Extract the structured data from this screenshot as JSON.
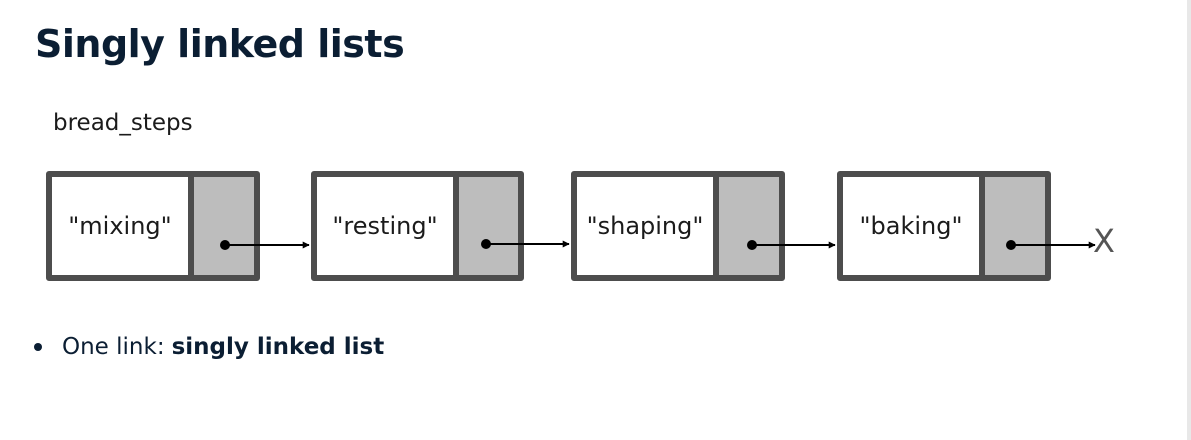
{
  "title": "Singly linked lists",
  "variable_name": "bread_steps",
  "nodes": [
    {
      "label": "\"mixing\""
    },
    {
      "label": "\"resting\""
    },
    {
      "label": "\"shaping\""
    },
    {
      "label": "\"baking\""
    }
  ],
  "null_marker": "X",
  "bullet": {
    "prefix": "One link:",
    "emphasis": "singly linked list"
  },
  "colors": {
    "title": "#0b1e33",
    "node_border": "#4d4d4d",
    "pointer_cell": "#bdbdbd",
    "arrow": "#000000"
  }
}
